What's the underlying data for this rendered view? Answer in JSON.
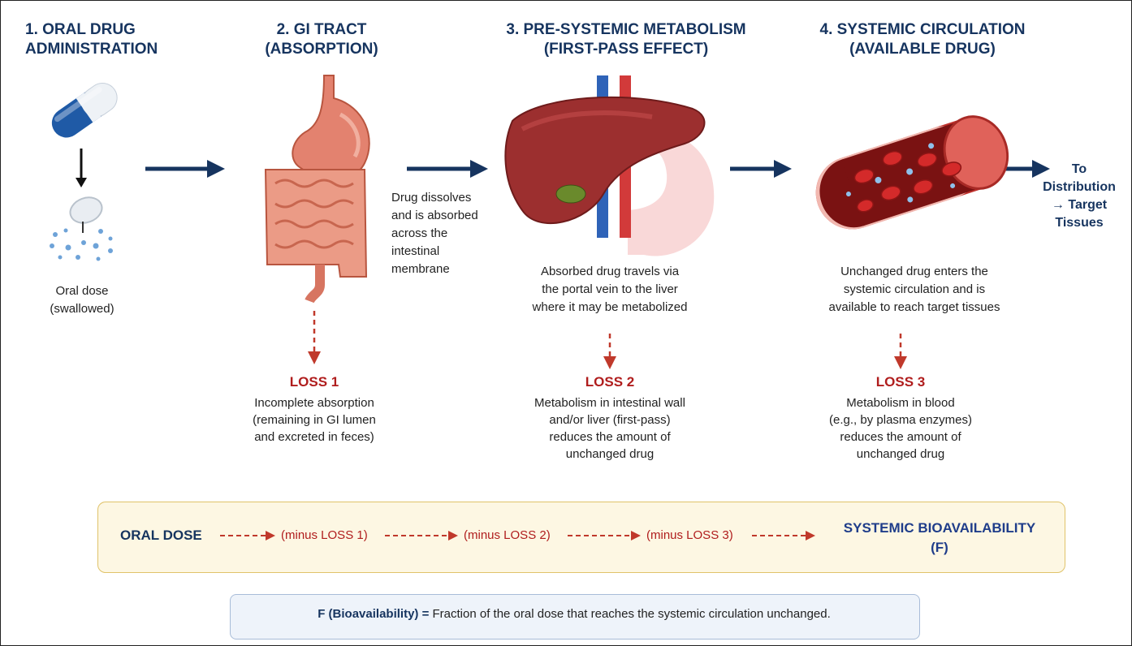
{
  "stages": [
    {
      "title_line1": "1. ORAL DRUG",
      "title_line2": "ADMINISTRATION"
    },
    {
      "title_line1": "2. GI TRACT",
      "title_line2": "(ABSORPTION)"
    },
    {
      "title_line1": "3. PRE-SYSTEMIC METABOLISM",
      "title_line2": "(FIRST-PASS EFFECT)"
    },
    {
      "title_line1": "4. SYSTEMIC CIRCULATION",
      "title_line2": "(AVAILABLE DRUG)"
    }
  ],
  "oral_dose_label": {
    "line1": "Oral dose",
    "line2": "(swallowed)"
  },
  "gi_text": [
    "Drug dissolves",
    "and is absorbed",
    "across the",
    "intestinal",
    "membrane"
  ],
  "liver_text": [
    "Absorbed drug travels via",
    "the portal vein to the liver",
    "where it may be metabolized"
  ],
  "circulation_text": [
    "Unchanged drug enters the",
    "systemic circulation and is",
    "available to reach target tissues"
  ],
  "to_distribution": {
    "line1": "To",
    "line2": "Distribution",
    "line3": "→ Target",
    "line4": "Tissues"
  },
  "losses": [
    {
      "title": "LOSS 1",
      "lines": [
        "Incomplete absorption",
        "(remaining in GI lumen",
        "and excreted in feces)"
      ]
    },
    {
      "title": "LOSS 2",
      "lines": [
        "Metabolism in intestinal wall",
        "and/or liver (first-pass)",
        "reduces the amount of",
        "unchanged drug"
      ]
    },
    {
      "title": "LOSS 3",
      "lines": [
        "Metabolism in blood",
        "(e.g., by plasma enzymes)",
        "reduces the amount of",
        "unchanged drug"
      ]
    }
  ],
  "equation": {
    "start": "ORAL DOSE",
    "steps": [
      "(minus LOSS 1)",
      "(minus LOSS 2)",
      "(minus LOSS 3)"
    ],
    "result_line1": "SYSTEMIC BIOAVAILABILITY",
    "result_line2": "(F)"
  },
  "definition": {
    "term": "F (Bioavailability) =",
    "text": " Fraction of the oral dose that reaches the systemic circulation unchanged."
  },
  "colors": {
    "navy": "#16345f",
    "red": "#b01d1d",
    "loss_arrow": "#c0392b"
  }
}
